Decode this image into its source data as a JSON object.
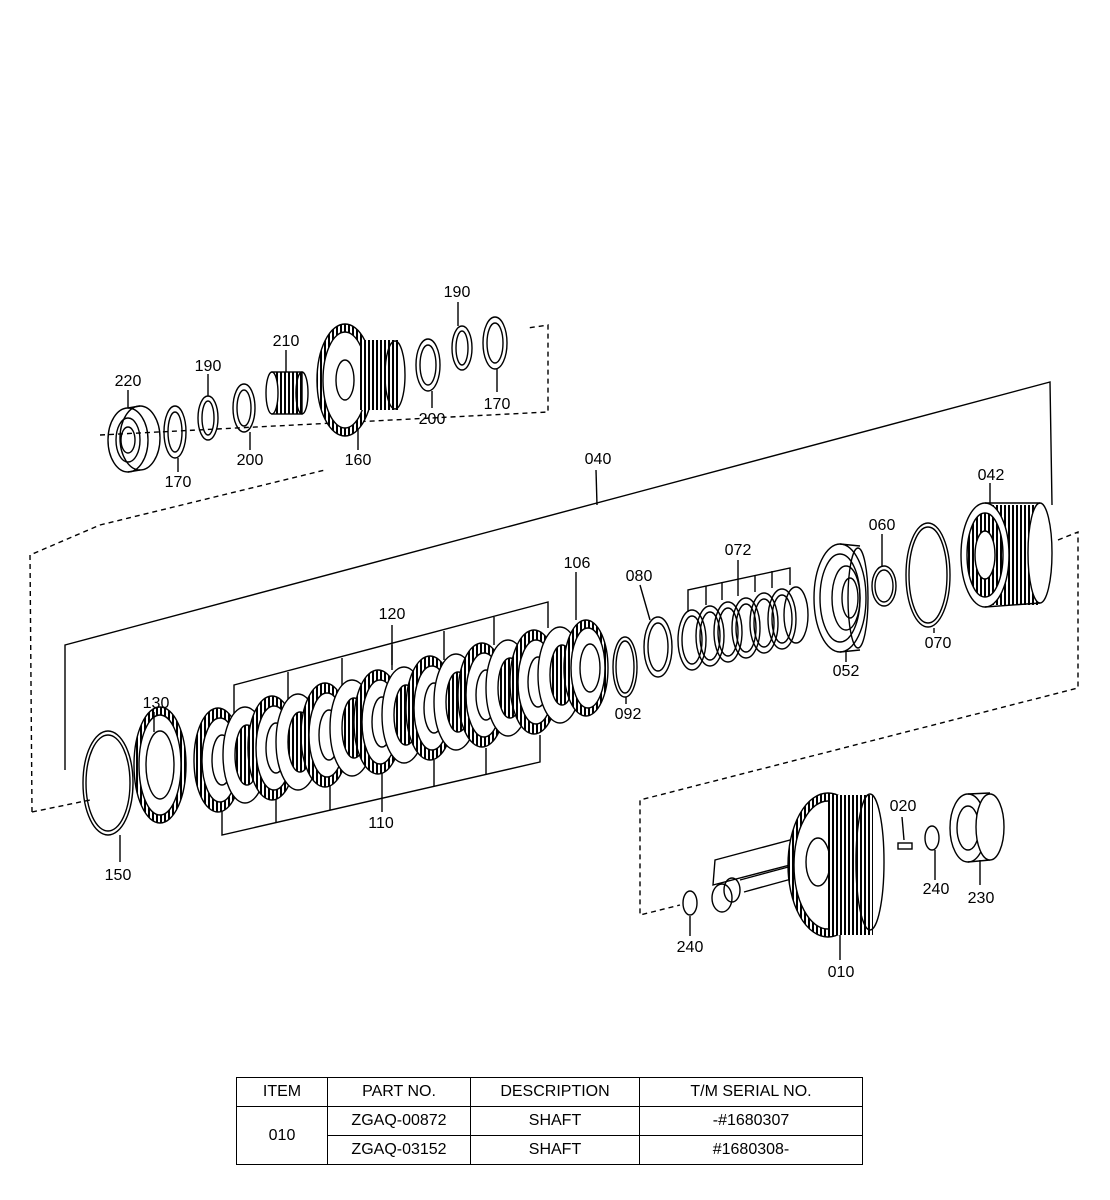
{
  "labels": {
    "l220": "220",
    "l190a": "190",
    "l210": "210",
    "l190b": "190",
    "l170a": "170",
    "l200a": "200",
    "l160": "160",
    "l200b": "200",
    "l170b": "170",
    "l040": "040",
    "l042": "042",
    "l060": "060",
    "l072": "072",
    "l080": "080",
    "l106": "106",
    "l120": "120",
    "l130": "130",
    "l092": "092",
    "l052": "052",
    "l070": "070",
    "l110": "110",
    "l150": "150",
    "l020": "020",
    "l240a": "240",
    "l230": "230",
    "l240b": "240",
    "l010": "010"
  },
  "table": {
    "headers": [
      "ITEM",
      "PART NO.",
      "DESCRIPTION",
      "T/M SERIAL NO."
    ],
    "item": "010",
    "rows": [
      {
        "part_no": "ZGAQ-00872",
        "description": "SHAFT",
        "serial": "-#1680307"
      },
      {
        "part_no": "ZGAQ-03152",
        "description": "SHAFT",
        "serial": "#1680308-"
      }
    ]
  }
}
